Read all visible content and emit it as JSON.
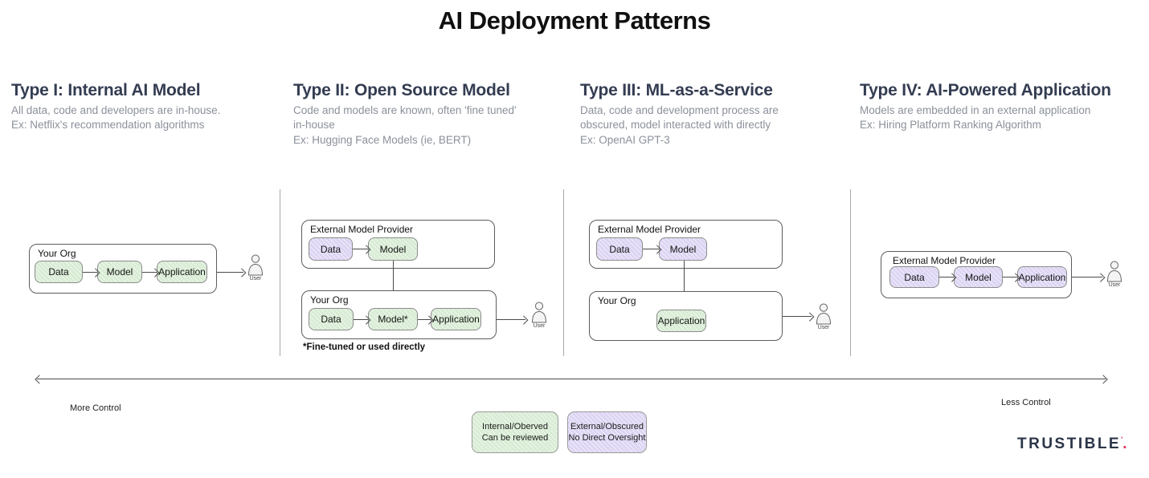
{
  "title": "AI Deployment Patterns",
  "columns": [
    {
      "heading": "Type I: Internal AI Model",
      "description": "All data, code and developers are in-house.\nEx: Netflix's recommendation algorithms"
    },
    {
      "heading": "Type II: Open Source Model",
      "description": "Code and models are known, often 'fine tuned'\nin-house\nEx: Hugging Face Models (ie, BERT)"
    },
    {
      "heading": "Type III: ML-as-a-Service",
      "description": "Data, code and development process are\nobscured, model interacted with directly\nEx: OpenAI GPT-3"
    },
    {
      "heading": "Type IV: AI-Powered Application",
      "description": "Models are embedded in an external application\nEx: Hiring Platform Ranking Algorithm"
    }
  ],
  "diagrams": {
    "t1": {
      "org": "Your Org",
      "data": "Data",
      "model": "Model",
      "app": "Application",
      "user": "User"
    },
    "t2": {
      "provider": "External Model Provider",
      "p_data": "Data",
      "p_model": "Model",
      "org": "Your Org",
      "data": "Data",
      "model": "Model*",
      "app": "Application",
      "user": "User",
      "footnote": "*Fine-tuned or used directly"
    },
    "t3": {
      "provider": "External Model Provider",
      "p_data": "Data",
      "p_model": "Model",
      "org": "Your Org",
      "app": "Application",
      "user": "User"
    },
    "t4": {
      "provider": "External Model Provider",
      "data": "Data",
      "model": "Model",
      "app": "Application",
      "user": "User"
    }
  },
  "axis": {
    "more": "More Control",
    "less": "Less Control"
  },
  "legend": {
    "internal": "Internal/Oberved\nCan be reviewed",
    "external": "External/Obscured\nNo Direct Oversight"
  },
  "brand": {
    "name": "TRUSTIBLE",
    "tick": "'",
    "mark": "."
  },
  "colors": {
    "title": "#101010",
    "heading": "#333c51",
    "description": "#8b909a",
    "green-fill": "#d8ecd4",
    "purple-fill": "#ddd5f3",
    "box-border": "#8c8c8c",
    "container-border": "#5c5c5c",
    "arrow": "#4a4a4a",
    "brand": "#2b3547",
    "brand-mark": "#e0315a"
  }
}
